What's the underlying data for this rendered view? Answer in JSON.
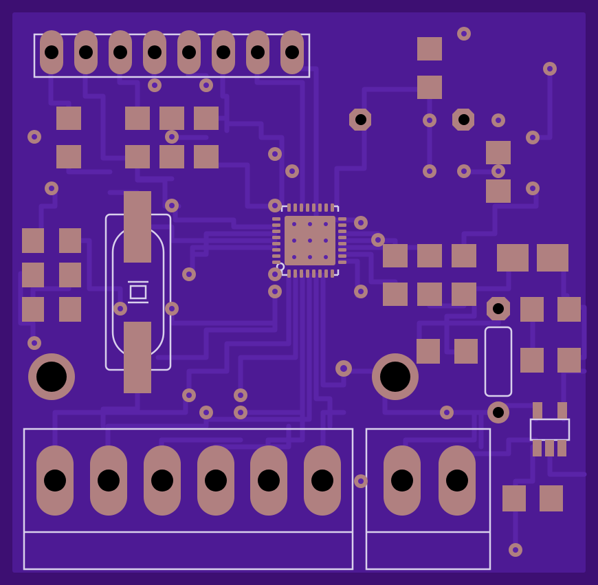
{
  "board": {
    "colors": {
      "substrate": "#3d0f72",
      "copper_pour": "#4d1a94",
      "trace": "#5a24a8",
      "trace_edge": "#2e0a5c",
      "pad": "#b08080",
      "silk": "#d9d0ec",
      "drill": "#000000"
    },
    "layers": [
      "copper-pour",
      "traces",
      "silkscreen",
      "pads",
      "vias",
      "drill-holes"
    ],
    "components": [
      "header-8-pin",
      "mcu-qfn-32",
      "crystal-oscillator",
      "terminal-block-6-pin",
      "terminal-block-2-pin",
      "sot-23-regulator",
      "axial-resistor",
      "smd-passives",
      "mounting-holes"
    ]
  }
}
